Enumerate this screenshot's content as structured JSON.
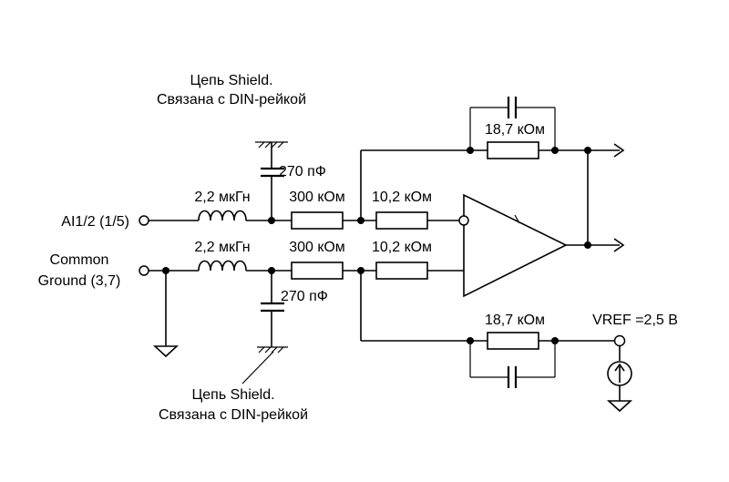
{
  "labels": {
    "shield_top_line1": "Цепь Shield.",
    "shield_top_line2": "Связана с DIN-рейкой",
    "shield_bottom_line1": "Цепь Shield.",
    "shield_bottom_line2": "Связана с DIN-рейкой",
    "input_ai": "AI1/2 (1/5)",
    "input_common_line1": "Common",
    "input_common_line2": "Ground (3,7)",
    "vref": "VREF =2,5 В"
  },
  "components": {
    "inductor_top": "2,2 мкГн",
    "inductor_bottom": "2,2 мкГн",
    "cap_top": "270 пФ",
    "cap_bottom": "270 пФ",
    "r300_top": "300 кОм",
    "r300_bottom": "300 кОм",
    "r102_top": "10,2 кОм",
    "r102_bottom": "10,2 кОм",
    "rfb_top": "18,7 кОм",
    "rfb_bottom": "18,7 кОм"
  }
}
